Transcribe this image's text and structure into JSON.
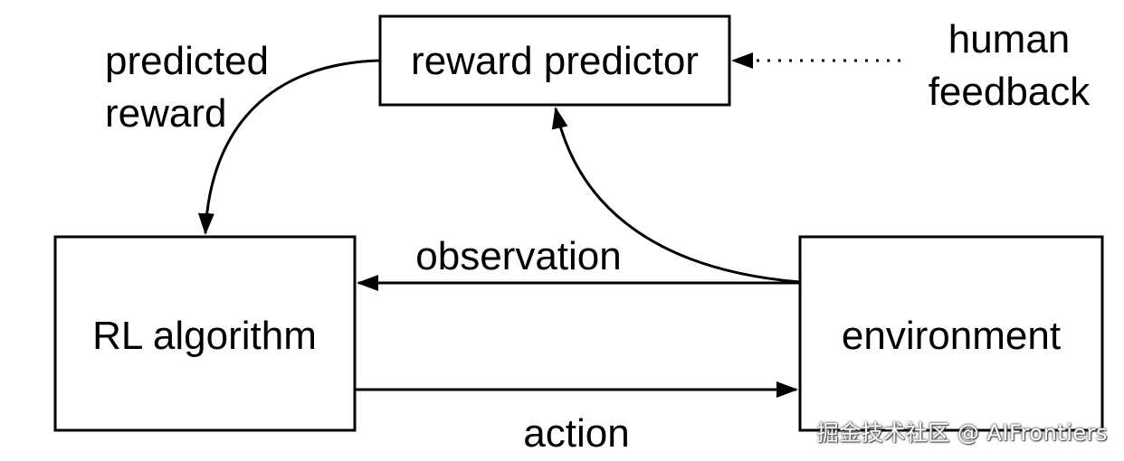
{
  "nodes": {
    "reward_predictor": "reward predictor",
    "rl_algorithm": "RL algorithm",
    "environment": "environment"
  },
  "edges": {
    "predicted_reward_line1": "predicted",
    "predicted_reward_line2": "reward",
    "human_feedback_line1": "human",
    "human_feedback_line2": "feedback",
    "observation": "observation",
    "action": "action"
  },
  "watermark": "掘金技术社区 @ AIFrontiers",
  "colors": {
    "stroke": "#000000",
    "background": "#ffffff"
  }
}
